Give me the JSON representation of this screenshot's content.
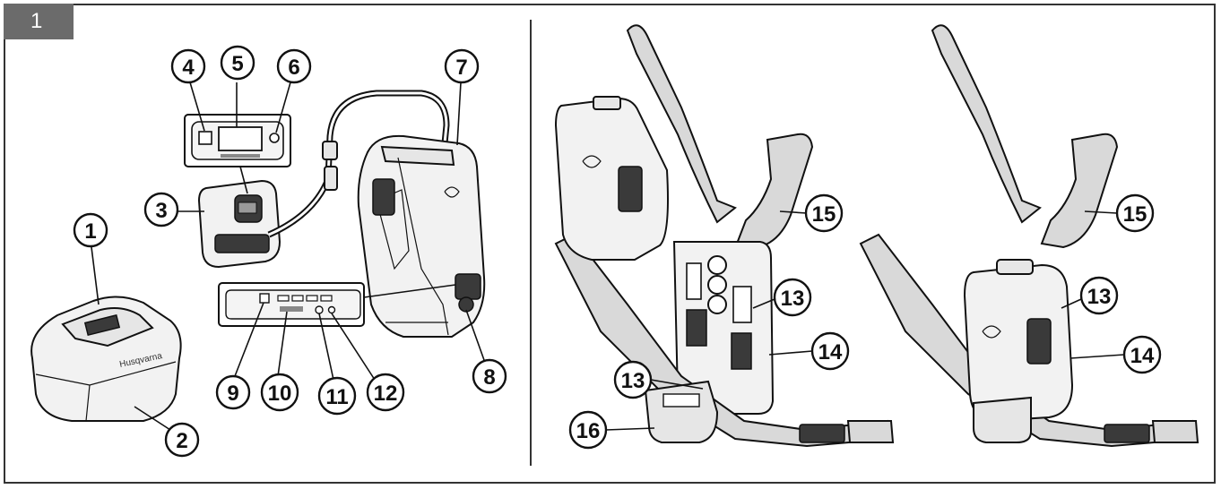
{
  "figure_number": "1",
  "callouts": {
    "c1": "1",
    "c2": "2",
    "c3": "3",
    "c4": "4",
    "c5": "5",
    "c6": "6",
    "c7": "7",
    "c8": "8",
    "c9": "9",
    "c10": "10",
    "c11": "11",
    "c12": "12",
    "c13a": "13",
    "c13b": "13",
    "c13c": "13",
    "c14a": "14",
    "c14b": "14",
    "c15a": "15",
    "c15b": "15",
    "c16": "16"
  },
  "colors": {
    "ink": "#111111",
    "tag_bg": "#6b6b6b",
    "panel_bg": "#ffffff"
  }
}
